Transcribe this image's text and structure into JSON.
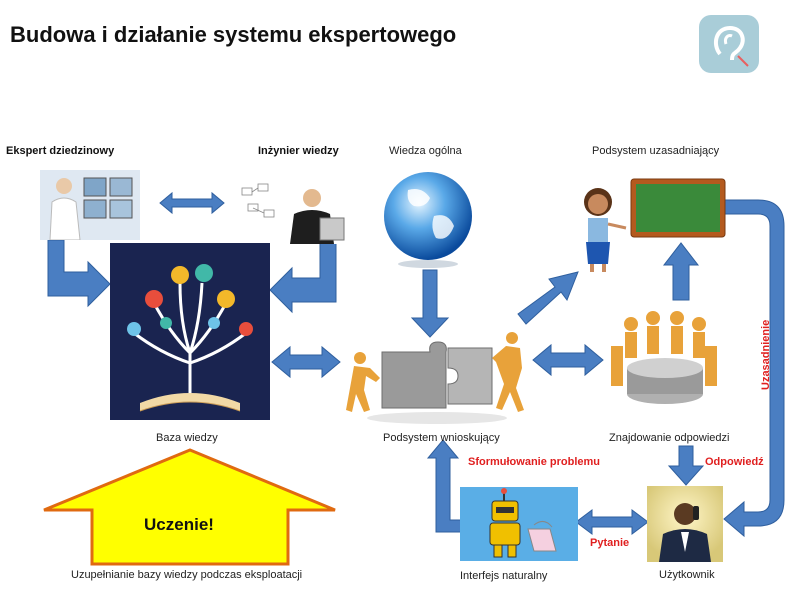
{
  "title": "Budowa i działanie systemu ekspertowego",
  "icons": {
    "logo": "ear-logo-icon",
    "expert": "doctor-at-screens-icon",
    "engineer": "engineer-at-laptop-icon",
    "globe": "globe-icon",
    "teacher": "teacher-at-board-icon",
    "knowledge_base": "knowledge-tree-book-icon",
    "inference": "puzzle-figures-icon",
    "answers": "figures-meeting-icon",
    "interface": "robot-icon",
    "user": "user-on-phone-icon",
    "arrow": "arrow-icon"
  },
  "labels": {
    "expert": "Ekspert dziedzinowy",
    "engineer": "Inżynier wiedzy",
    "general_knowledge": "Wiedza ogólna",
    "justification_subsystem": "Podsystem uzasadniający",
    "knowledge_base": "Baza wiedzy",
    "inference_subsystem": "Podsystem wnioskujący",
    "finding_answers": "Znajdowanie odpowiedzi",
    "natural_interface": "Interfejs naturalny",
    "user": "Użytkownik",
    "kb_update": "Uzupełnianie bazy wiedzy podczas eksploatacji"
  },
  "flow_labels": {
    "problem_formulation": "Sformułowanie problemu",
    "answer": "Odpowiedź",
    "question": "Pytanie",
    "justification": "Uzasadnienie"
  },
  "learning": "Uczenie!",
  "colors": {
    "arrow_fill": "#4a7ec2",
    "arrow_stroke": "#2f5f9e",
    "flow_label": "#e02020",
    "big_arrow_fill": "#ffff00",
    "big_arrow_stroke": "#e06a10",
    "knowledge_base_bg": "#1a2450",
    "board_green": "#3a8a3a",
    "board_frame": "#b45a1e"
  }
}
